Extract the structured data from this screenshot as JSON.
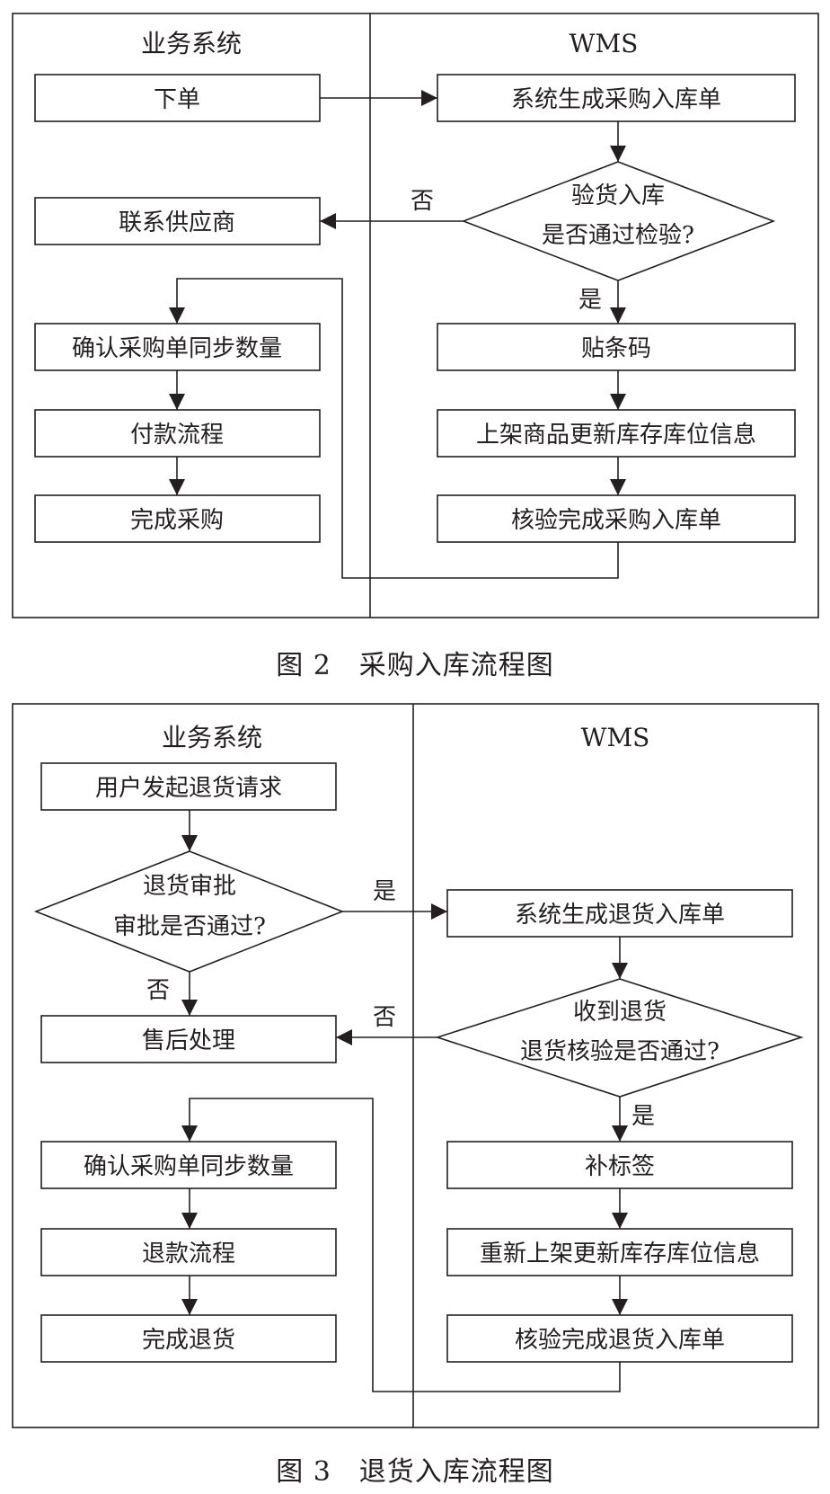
{
  "fig2": {
    "lane_left": "业务系统",
    "lane_right": "WMS",
    "order": "下单",
    "contact_supplier": "联系供应商",
    "confirm_qty": "确认采购单同步数量",
    "payment": "付款流程",
    "complete_purchase": "完成采购",
    "gen_inbound": "系统生成采购入库单",
    "inspect_line1": "验货入库",
    "inspect_line2": "是否通过检验?",
    "barcode": "贴条码",
    "shelve": "上架商品更新库存库位信息",
    "verify_inbound": "核验完成采购入库单",
    "label_no": "否",
    "label_yes": "是",
    "caption": "图 2　采购入库流程图"
  },
  "fig3": {
    "lane_left": "业务系统",
    "lane_right": "WMS",
    "user_return": "用户发起退货请求",
    "approve_line1": "退货审批",
    "approve_line2": "审批是否通过?",
    "after_sales": "售后处理",
    "confirm_qty": "确认采购单同步数量",
    "refund": "退款流程",
    "complete_return": "完成退货",
    "gen_return": "系统生成退货入库单",
    "receive_line1": "收到退货",
    "receive_line2": "退货核验是否通过?",
    "relabel": "补标签",
    "reshelve": "重新上架更新库存库位信息",
    "verify_return": "核验完成退货入库单",
    "label_yes_approve": "是",
    "label_no_approve": "否",
    "label_no_receive": "否",
    "label_yes_receive": "是",
    "caption": "图 3　退货入库流程图"
  }
}
